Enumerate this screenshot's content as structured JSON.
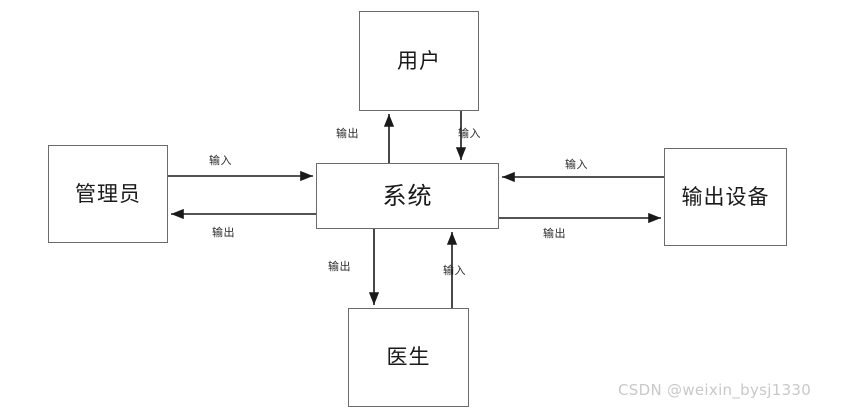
{
  "diagram": {
    "type": "context-flow-diagram",
    "nodes": [
      {
        "id": "system",
        "label": "系统",
        "role": "center-process"
      },
      {
        "id": "user",
        "label": "用户",
        "role": "external-entity",
        "position": "top"
      },
      {
        "id": "admin",
        "label": "管理员",
        "role": "external-entity",
        "position": "left"
      },
      {
        "id": "output_device",
        "label": "输出设备",
        "role": "external-entity",
        "position": "right"
      },
      {
        "id": "doctor",
        "label": "医生",
        "role": "external-entity",
        "position": "bottom"
      }
    ],
    "edges": [
      {
        "id": "user_out",
        "from": "system",
        "to": "user",
        "label": "输出",
        "direction": "up"
      },
      {
        "id": "user_in",
        "from": "user",
        "to": "system",
        "label": "输入",
        "direction": "down"
      },
      {
        "id": "admin_in",
        "from": "admin",
        "to": "system",
        "label": "输入",
        "direction": "right"
      },
      {
        "id": "admin_out",
        "from": "system",
        "to": "admin",
        "label": "输出",
        "direction": "left"
      },
      {
        "id": "dev_in",
        "from": "output_device",
        "to": "system",
        "label": "输入",
        "direction": "left"
      },
      {
        "id": "dev_out",
        "from": "system",
        "to": "output_device",
        "label": "输出",
        "direction": "right"
      },
      {
        "id": "doc_out",
        "from": "system",
        "to": "doctor",
        "label": "输出",
        "direction": "down"
      },
      {
        "id": "doc_in",
        "from": "doctor",
        "to": "system",
        "label": "输入",
        "direction": "up"
      }
    ],
    "colors": {
      "node_border": "#6b6b6b",
      "node_fill": "#ffffff",
      "edge_stroke": "#1a1a1a",
      "text": "#1a1a1a",
      "watermark": "#c9c9c9",
      "background": "#ffffff"
    }
  },
  "watermark": {
    "text": "CSDN @weixin_bysj1330"
  }
}
